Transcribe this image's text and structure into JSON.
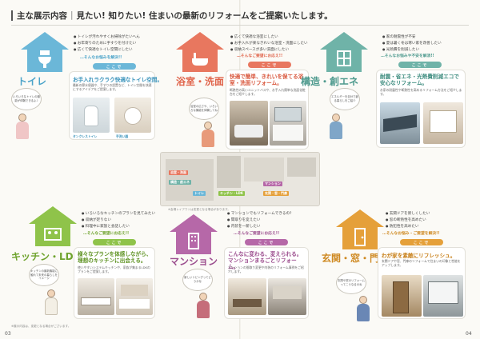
{
  "header": {
    "label": "主な展示内容",
    "separator": "|",
    "text": "見たい! 知りたい! 住まいの最新のリフォームをご提案いたします。"
  },
  "colors": {
    "toilet": "#6bb7d8",
    "bath": "#e8775f",
    "structure": "#6fb3a8",
    "kitchen": "#8fc34a",
    "mansion": "#b668a8",
    "entrance": "#e5a03a"
  },
  "cards": {
    "toilet": {
      "title": "トイレ",
      "icon": "toilet-icon",
      "bullets": [
        "トイレが汚れやすくお掃除がたいへん",
        "お年寄りのために手すりを付けたい",
        "広くて快適なトイレ空間にしたい"
      ],
      "worry": "…そんなお悩みを解決!!",
      "pill": "ここで",
      "tagline": "お手入れラクラク快適なトイレ空間。",
      "desc": "最新の節水便器や、手すりの設置など、トイレ空間を快適にするアイデアをご提案します。",
      "bubble": "いろいろなトイレの機能が体験できるよ♪",
      "photo_labels": [
        "タンクレストイレ",
        "手洗い器"
      ]
    },
    "bath": {
      "title": "浴室・洗面",
      "icon": "bath-icon",
      "bullets": [
        "広くて快適な浴室にしたい",
        "お手入れが楽なきれいな浴室・洗面にしたい",
        "収納スペースが多い洗面にしたい"
      ],
      "worry": "…そんなご要望にお応え!!",
      "pill": "ここで",
      "tagline": "快適で簡単、きれいを保てる浴室・洗面リフォーム。",
      "desc": "断熱性の高いユニットバスや、お手入れ簡単な洗面化粧台をご紹介します。",
      "bubble": "浴室の広さや、いろいろな機能を体験してね"
    },
    "structure": {
      "title": "構造・創エネ",
      "icon": "window-icon",
      "bullets": [
        "家の耐震性が不安",
        "夏は暑く冬は寒い家を改善したい",
        "光熱費を削減したい"
      ],
      "worry": "…そんなお悩みや不安を解消!!",
      "pill": "ここで",
      "tagline": "耐震・省エネ・光熱費削減エコで安心なリフォーム。",
      "desc": "お家の耐震性や断熱性を高めるリフォーム方法をご紹介します。",
      "bubble": "エネルギーを自分で創る暮らしをご紹介"
    },
    "kitchen": {
      "title": "キッチン・LDK",
      "icon": "kitchen-icon",
      "bullets": [
        "いろいろなキッチンのプランを見てみたい",
        "収納が足りない",
        "料理中に家族と会話したい"
      ],
      "worry": "…そんなご要望にお応え!!",
      "pill": "ここで",
      "tagline": "様々なプランを体感しながら、理想のキッチンに出会える。",
      "desc": "使いやすいシステムキッチンや、家族が集まるLDKのプランをご提案します。",
      "bubble": "キッチンの最新機能に触れて未来の暮らしをイメージ"
    },
    "mansion": {
      "title": "マンション",
      "icon": "building-icon",
      "bullets": [
        "マンションでもリフォームできるの?",
        "間取りを変えたい",
        "内装を一新したい"
      ],
      "worry": "…そんなご要望にお応え!!",
      "pill": "ここで",
      "tagline": "こんなに変わる、変えられる。マンションまるごとリフォーム。",
      "desc": "マンションの間取り変更や内装のリフォーム事例をご紹介します。",
      "bubble": "新しいリビングってどうかな"
    },
    "entrance": {
      "title": "玄関・窓・門扉",
      "icon": "door-icon",
      "bullets": [
        "玄関ドアを新しくしたい",
        "窓の断熱性を高めたい",
        "防犯性を高めたい"
      ],
      "worry": "…そんなお悩み・ご要望を解決!!",
      "pill": "ここで",
      "tagline": "わが家を素敵にリフレッシュ。",
      "desc": "玄関ドアや窓、門扉のリフォームで住まいの印象と性能をアップします。",
      "bubble": "玄関や窓のリフォームってこうなるのね"
    }
  },
  "map": {
    "labels": [
      "浴室・洗面",
      "構造・創エネ",
      "トイレ",
      "キッチン・LDK",
      "玄関・窓・門扉",
      "マンション"
    ]
  },
  "footnotes": {
    "left": "※展示内容は、変更となる場合がございます。",
    "center": "※会場レイアウトは変更となる場合があります。"
  },
  "pages": {
    "left": "03",
    "right": "04"
  }
}
